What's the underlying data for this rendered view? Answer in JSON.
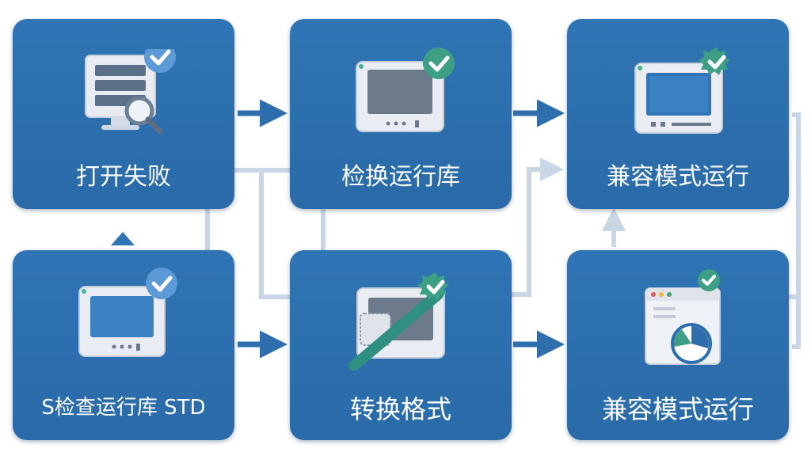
{
  "nodes": {
    "open_failed": {
      "label": "打开失败"
    },
    "check_swap_runtime": {
      "label": "检换运行库"
    },
    "compat_mode_top": {
      "label": "兼容模式运行"
    },
    "check_runtime_std": {
      "label": "S检查运行库 STD"
    },
    "convert_format": {
      "label": "转换格式"
    },
    "compat_mode_bottom": {
      "label": "兼容模式运行"
    }
  },
  "colors": {
    "node_fill": "#2f74b4",
    "arrow": "#2f6ead",
    "connector": "#c9d6e6",
    "check_badge": "#3d9f84",
    "check_badge_alt": "#5b9ad6"
  },
  "icons": {
    "open_failed": "monitor-search-icon",
    "check_swap_runtime": "monitor-icon",
    "compat_mode_top": "monitor-icon",
    "check_runtime_std": "monitor-icon",
    "convert_format": "monitor-convert-icon",
    "compat_mode_bottom": "browser-compat-icon"
  }
}
